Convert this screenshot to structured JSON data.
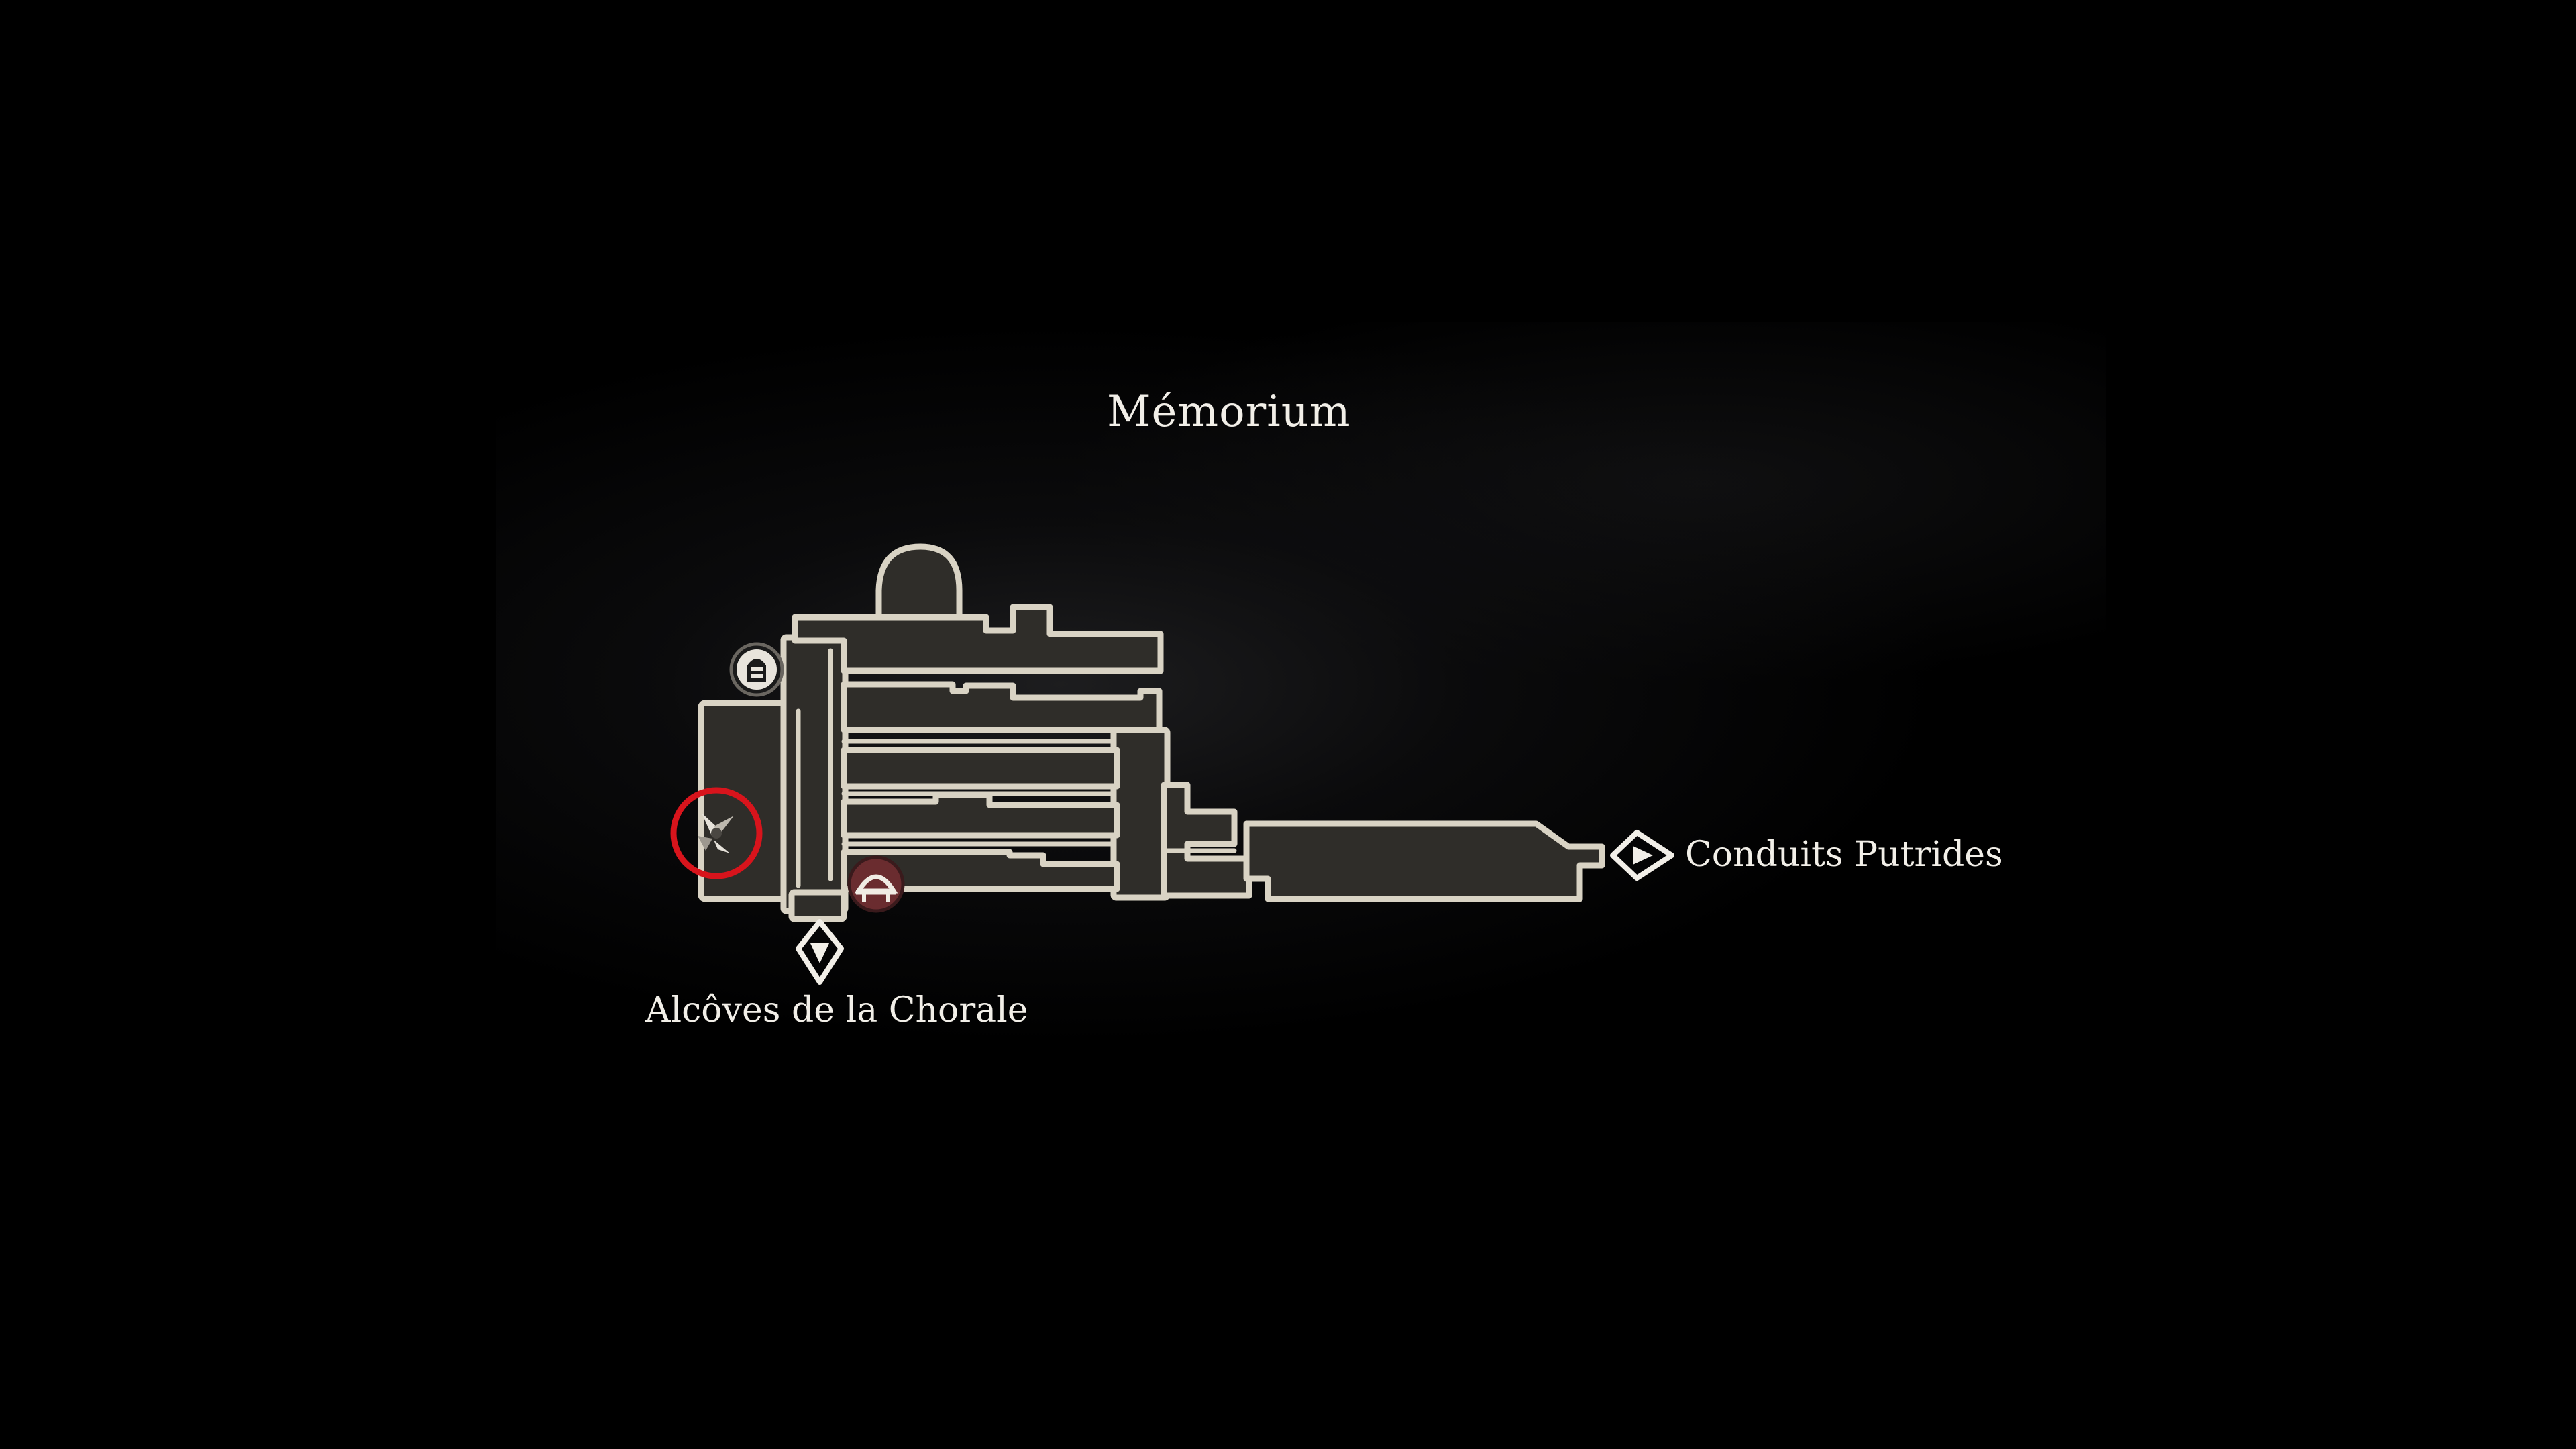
{
  "map": {
    "area_title": "Mémorium",
    "exits": [
      {
        "label": "Conduits Putrides",
        "icon": "exit-arrow-right-icon"
      },
      {
        "label": "Alcôves de la Chorale",
        "icon": "exit-arrow-down-icon"
      }
    ],
    "markers": [
      {
        "icon": "bench-icon",
        "highlighted": true,
        "highlight_color": "#d8141c"
      },
      {
        "icon": "lift-icon"
      },
      {
        "icon": "shop-icon"
      }
    ],
    "colors": {
      "background": "#000000",
      "room_fill": "#2f2d29",
      "room_outline": "#d9d3c4",
      "label_text": "#f2efe8",
      "highlight_ring": "#d8141c"
    }
  }
}
